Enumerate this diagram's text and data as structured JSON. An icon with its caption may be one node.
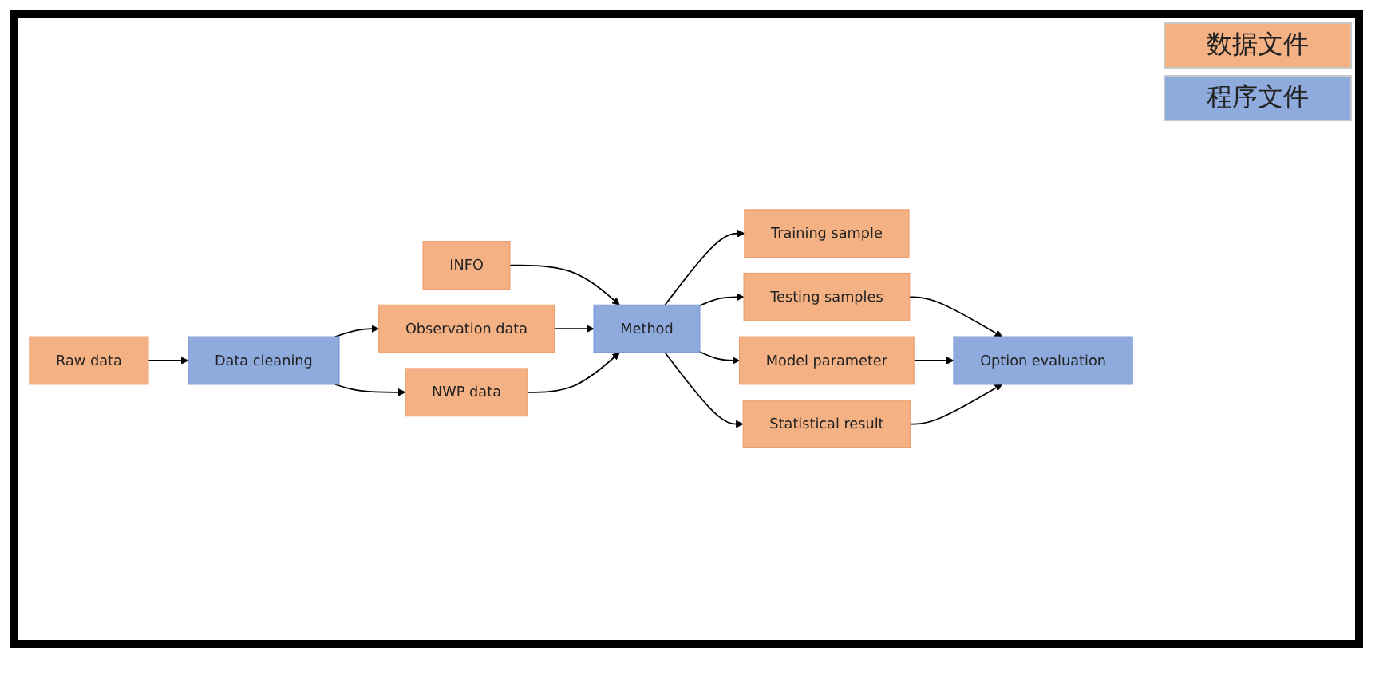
{
  "diagram": {
    "nodes": [
      {
        "text": [
          "Raw data"
        ]
      },
      {
        "text": [
          "Data cleaning"
        ]
      },
      {
        "text": [
          "INFO"
        ]
      },
      {
        "text": [
          "Observation data"
        ]
      },
      {
        "text": [
          "NWP data"
        ]
      },
      {
        "text": [
          "Method"
        ]
      },
      {
        "text": [
          "Training sample"
        ]
      },
      {
        "text": [
          "Testing samples"
        ]
      },
      {
        "text": [
          "Model parameter"
        ]
      },
      {
        "text": [
          "Statistical result"
        ]
      },
      {
        "text": [
          "Option evaluation"
        ]
      }
    ],
    "edges": [
      {
        "from": 0,
        "to": 1,
        "arrow": "to"
      },
      {
        "from": 1,
        "to": 3,
        "arrow": "to"
      },
      {
        "from": 1,
        "to": 4,
        "arrow": "to"
      },
      {
        "from": 2,
        "to": 5,
        "arrow": "to"
      },
      {
        "from": 3,
        "to": 5,
        "arrow": "to"
      },
      {
        "from": 4,
        "to": 5,
        "arrow": "to"
      },
      {
        "from": 5,
        "to": 6,
        "arrow": "to"
      },
      {
        "from": 5,
        "to": 7,
        "arrow": "to"
      },
      {
        "from": 5,
        "to": 8,
        "arrow": "to"
      },
      {
        "from": 5,
        "to": 9,
        "arrow": "to"
      },
      {
        "from": 7,
        "to": 10,
        "arrow": "to"
      },
      {
        "from": 8,
        "to": 10,
        "arrow": "to"
      },
      {
        "from": 9,
        "to": 10,
        "arrow": "to"
      }
    ],
    "legend": [
      {
        "text": "数据文件",
        "color": "#f4b183"
      },
      {
        "text": "程序文件",
        "color": "#8faadc"
      }
    ]
  }
}
